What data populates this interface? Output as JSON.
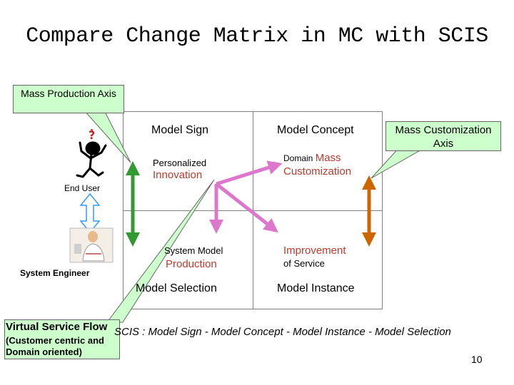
{
  "title": "Compare Change Matrix in MC with SCIS",
  "callouts": {
    "mass_production": "Mass Production Axis",
    "mass_customization": "Mass Customization Axis"
  },
  "people": {
    "end_user": "End User",
    "system_engineer": "System Engineer",
    "question_glyph": "?ٌ"
  },
  "matrix": {
    "model_sign": "Model Sign",
    "model_concept": "Model Concept",
    "model_selection": "Model Selection",
    "model_instance": "Model Instance",
    "personalized": "Personalized",
    "innovation": "Innovation",
    "domain_prefix": "Domain",
    "mass": "Mass",
    "customization": "Customization",
    "system_model": "System Model",
    "production": "Production",
    "improvement": "Improvement",
    "of_service": "of Service"
  },
  "footer": {
    "virtual_service_flow": "Virtual Service Flow",
    "scis_line": "SCIS : Model Sign - Model Concept - Model Instance - Model Selection",
    "customer_line1": "(Customer centric and",
    "customer_line2": "Domain oriented)",
    "page_number": "10"
  },
  "colors": {
    "callout_fill": "#ccffcc",
    "green_arrow": "#339933",
    "orange_arrow": "#cc6600",
    "pink_arrow": "#dd77cc",
    "accent_text": "#c0392b"
  }
}
